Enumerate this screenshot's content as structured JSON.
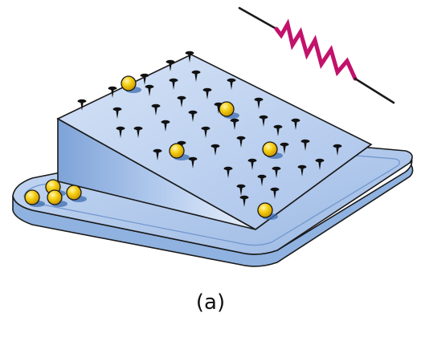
{
  "caption": "(a)",
  "colors": {
    "tray_top": "#b9cfee",
    "tray_side": "#8fb2e0",
    "tray_edge": "#6f95cc",
    "ramp_top": "#c9daf3",
    "ramp_side": "#9ebbe6",
    "outline": "#1a1a1a",
    "resistor": "#c2126b",
    "ball": "#f4c800",
    "ball_shadow": "#3f6eb0",
    "nail": "#111111"
  },
  "icons": {
    "resistor": "resistor-zigzag-icon",
    "ball": "ball",
    "nail": "nail-pin"
  }
}
